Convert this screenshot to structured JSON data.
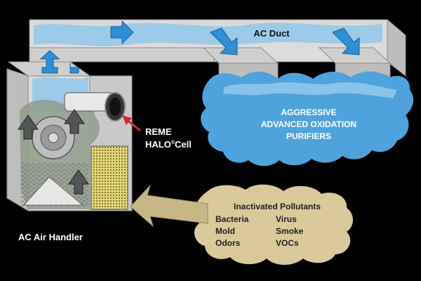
{
  "labels": {
    "duct": "AC Duct",
    "cell_line1": "REME",
    "cell_line2": "HALO",
    "cell_sup": "®",
    "cell_line3": "Cell",
    "purifiers_line1": "AGGRESSIVE",
    "purifiers_line2": "ADVANCED OXIDATION",
    "purifiers_line3": "PURIFIERS",
    "air_handler": "AC Air Handler",
    "pollutants_title": "Inactivated Pollutants",
    "pollutants": [
      [
        "Bacteria",
        "Virus"
      ],
      [
        "Mold",
        "Smoke"
      ],
      [
        "Odors",
        "VOCs"
      ]
    ]
  },
  "icons": [
    "flow-arrow-icon",
    "fan-icon",
    "reme-halo-cell-icon",
    "filter-icon",
    "pointer-arrow-icon"
  ],
  "colors": {
    "background": "#000000",
    "duct": "#d2d2d2",
    "airflow": "#5aa7d9",
    "purifier_cloud": "#4a9fd8",
    "purifier_text": "#ffffff",
    "pollutant_cloud": "#d8c99c",
    "pointer_arrow": "#c3b380",
    "cell_pointer": "#d42a2a",
    "filter": "#d7cc6a"
  }
}
